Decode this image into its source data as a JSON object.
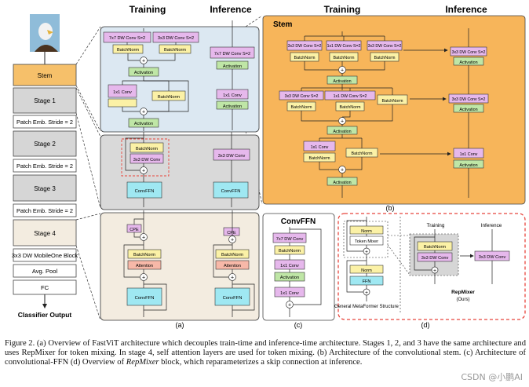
{
  "headers": {
    "a_training": "Training",
    "a_inference": "Inference",
    "b_training": "Training",
    "b_inference": "Inference"
  },
  "colors": {
    "stem": "#f6c06a",
    "gray": "#d6d6d6",
    "beige": "#f3ece0",
    "stem_panel": "#f7b55a",
    "lightblue": "#dce8f2",
    "conv": "#e6b8ec",
    "norm": "#fbf1a6",
    "act": "#bfe6a6",
    "cyan": "#9fe8f2",
    "attn": "#f7b8a8",
    "dashed_red": "#e8453c"
  },
  "left_column": {
    "input_image_icon": "eagle-photo",
    "items": [
      "Stem",
      "Stage 1",
      "Patch Emb. Stride = 2",
      "Stage 2",
      "Patch Emb. Stride = 2",
      "Stage 3",
      "Patch Emb. Stride = 2",
      "Stage 4",
      "3x3 DW MobileOne Block",
      "Avg. Pool",
      "FC"
    ],
    "output": "Classifier Output"
  },
  "panel_a": {
    "stem": {
      "train": [
        "7x7 DW Conv S=2",
        "3x3 DW Conv S=2",
        "BatchNorm",
        "BatchNorm",
        "Activation",
        "1x1 Conv",
        "BatchNorm",
        "Activation"
      ],
      "infer": [
        "7x7 DW Conv S=2",
        "Activation",
        "1x1 Conv",
        "Activation"
      ]
    },
    "stage": {
      "train": [
        "BatchNorm",
        "3x3 DW Conv",
        "ConvFFN"
      ],
      "infer": [
        "3x3 DW Conv",
        "ConvFFN"
      ]
    },
    "attn": {
      "train": [
        "CPE",
        "BatchNorm",
        "Attention",
        "ConvFFN"
      ],
      "infer": [
        "CPE",
        "BatchNorm",
        "Attention",
        "ConvFFN"
      ]
    },
    "label": "(a)"
  },
  "panel_b": {
    "title": "Stem",
    "train": [
      "3x3 DW Conv S=2",
      "1x1 DW Conv S=2",
      "3x3 DW Conv S=2",
      "BatchNorm",
      "BatchNorm",
      "BatchNorm",
      "Activation",
      "3x3 DW Conv S=2",
      "1x1 DW Conv S=2",
      "BatchNorm",
      "BatchNorm",
      "BatchNorm",
      "Activation",
      "1x1 Conv",
      "BatchNorm",
      "BatchNorm",
      "Activation"
    ],
    "infer": [
      "3x3 DW Conv S=2",
      "Activation",
      "3x3 DW Conv S=2",
      "Activation",
      "1x1 Conv",
      "Activation"
    ],
    "label": "(b)"
  },
  "panel_c": {
    "title": "ConvFFN",
    "blocks": [
      "7x7 DW Conv",
      "BatchNorm",
      "1x1 Conv",
      "Activation",
      "1x1 Conv"
    ],
    "label": "(c)"
  },
  "panel_d": {
    "metaformer": [
      "Norm",
      "Token Mixer",
      "Norm",
      "FFN"
    ],
    "metaformer_caption": "General MetaFormer Structure",
    "training_label": "Training",
    "inference_label": "Inference",
    "train": [
      "BatchNorm",
      "3x3 DW Conv"
    ],
    "infer": [
      "3x3 DW Conv"
    ],
    "repmixer_label": "RepMixer",
    "repmixer_sub": "(Ours)",
    "label": "(d)"
  },
  "caption": {
    "pre": "Figure 2. (a) Overview of FastViT architecture which decouples train-time and inference-time architecture. Stages 1, 2, and 3 have the same architecture and uses RepMixer for token mixing. In stage 4, self attention layers are used for token mixing. (b) Architecture of the convolutional stem. (c) Architecture of convolutional-FFN (d) Overview of ",
    "em": "RepMixer",
    "post": " block, which reparameterizes a skip connection at inference."
  },
  "watermark": "CSDN @小鹏AI"
}
